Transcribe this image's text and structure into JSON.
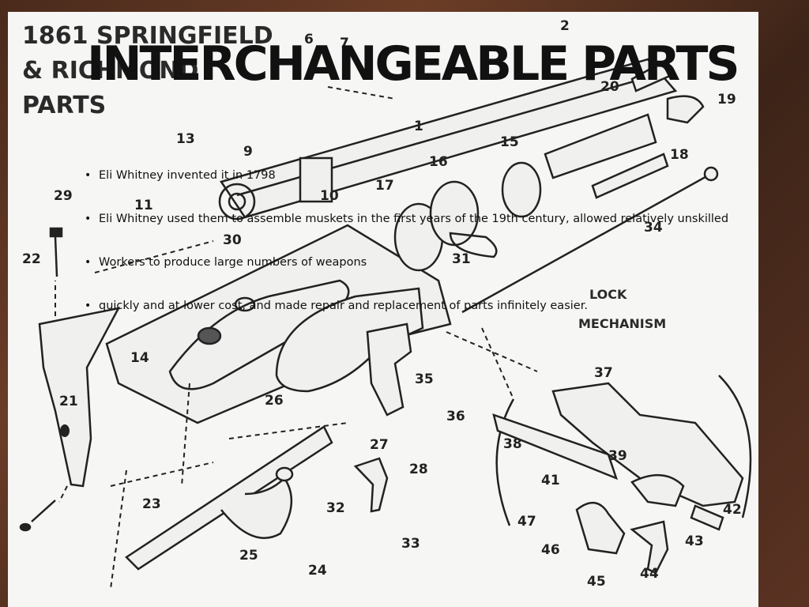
{
  "slide": {
    "title": "INTERCHANGEABLE PARTS",
    "bullets": [
      "Eli Whitney invented it in 1798",
      "Eli Whitney used them to assemble muskets in the first years of the 19th century, allowed relatively unskilled",
      "Workers to produce large numbers of weapons",
      " quickly and at lower cost, and made repair and replacement of parts infinitely easier."
    ]
  },
  "diagram": {
    "heading_line1": "1861 SPRINGFIELD",
    "heading_line2": "& RICHMOND",
    "heading_line3": "PARTS",
    "lock_label_top": "LOCK",
    "lock_label_bottom": "MECHANISM",
    "part_numbers": [
      "1",
      "2",
      "6",
      "7",
      "9",
      "10",
      "11",
      "13",
      "14",
      "15",
      "16",
      "17",
      "18",
      "19",
      "20",
      "21",
      "22",
      "23",
      "24",
      "25",
      "26",
      "27",
      "28",
      "29",
      "30",
      "31",
      "32",
      "33",
      "34",
      "35",
      "36",
      "37",
      "38",
      "39",
      "41",
      "42",
      "43",
      "44",
      "45",
      "46",
      "47"
    ]
  },
  "colors": {
    "background": "#5a3222",
    "paper": "#f6f6f4",
    "ink": "#222222",
    "title": "#111111"
  }
}
